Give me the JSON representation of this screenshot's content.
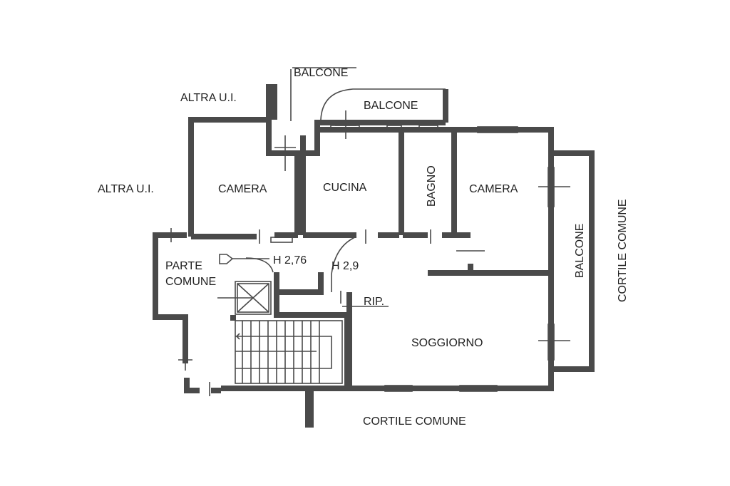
{
  "plan": {
    "labels": {
      "balcone_top": "BALCONE",
      "balcone_upper": "BALCONE",
      "altra_ui_top": "ALTRA U.I.",
      "altra_ui_left": "ALTRA U.I.",
      "camera_left": "CAMERA",
      "cucina": "CUCINA",
      "bagno": "BAGNO",
      "camera_right": "CAMERA",
      "balcone_right": "BALCONE",
      "cortile_right": "CORTILE COMUNE",
      "parte_comune_1": "PARTE",
      "parte_comune_2": "COMUNE",
      "h_276": "H 2,76",
      "h_29": "H 2,9",
      "rip": "RIP.",
      "soggiorno": "SOGGIORNO",
      "cortile_bottom": "CORTILE COMUNE"
    },
    "colors": {
      "line": "#4a4a4a",
      "background": "#ffffff"
    }
  }
}
